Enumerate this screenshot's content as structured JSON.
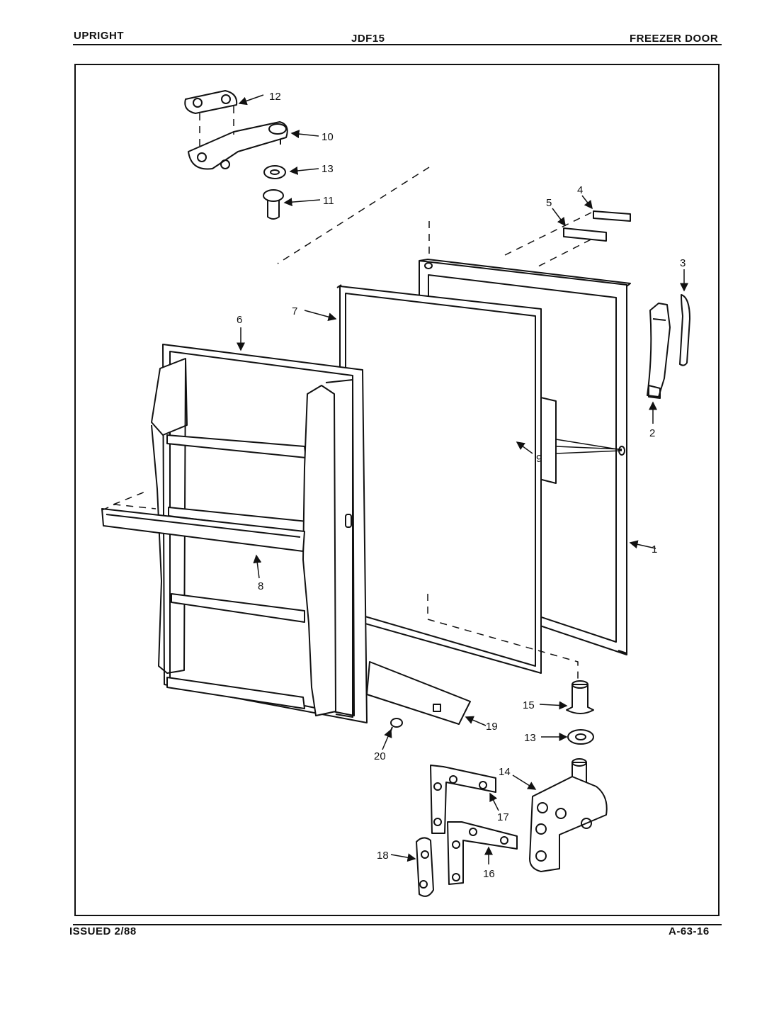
{
  "header": {
    "left": "UPRIGHT",
    "center": "JDF15",
    "right": "FREEZER DOOR"
  },
  "footer": {
    "left": "ISSUED 2/88",
    "right": "A-63-16"
  },
  "callouts": {
    "c1": "1",
    "c2": "2",
    "c3": "3",
    "c4": "4",
    "c5": "5",
    "c6": "6",
    "c7": "7",
    "c8": "8",
    "c9": "9",
    "c10": "10",
    "c11": "11",
    "c12": "12",
    "c13a": "13",
    "c13b": "13",
    "c14": "14",
    "c15": "15",
    "c16": "16",
    "c17": "17",
    "c18": "18",
    "c19": "19",
    "c20": "20"
  },
  "colors": {
    "ink": "#111111",
    "paper": "#ffffff"
  }
}
